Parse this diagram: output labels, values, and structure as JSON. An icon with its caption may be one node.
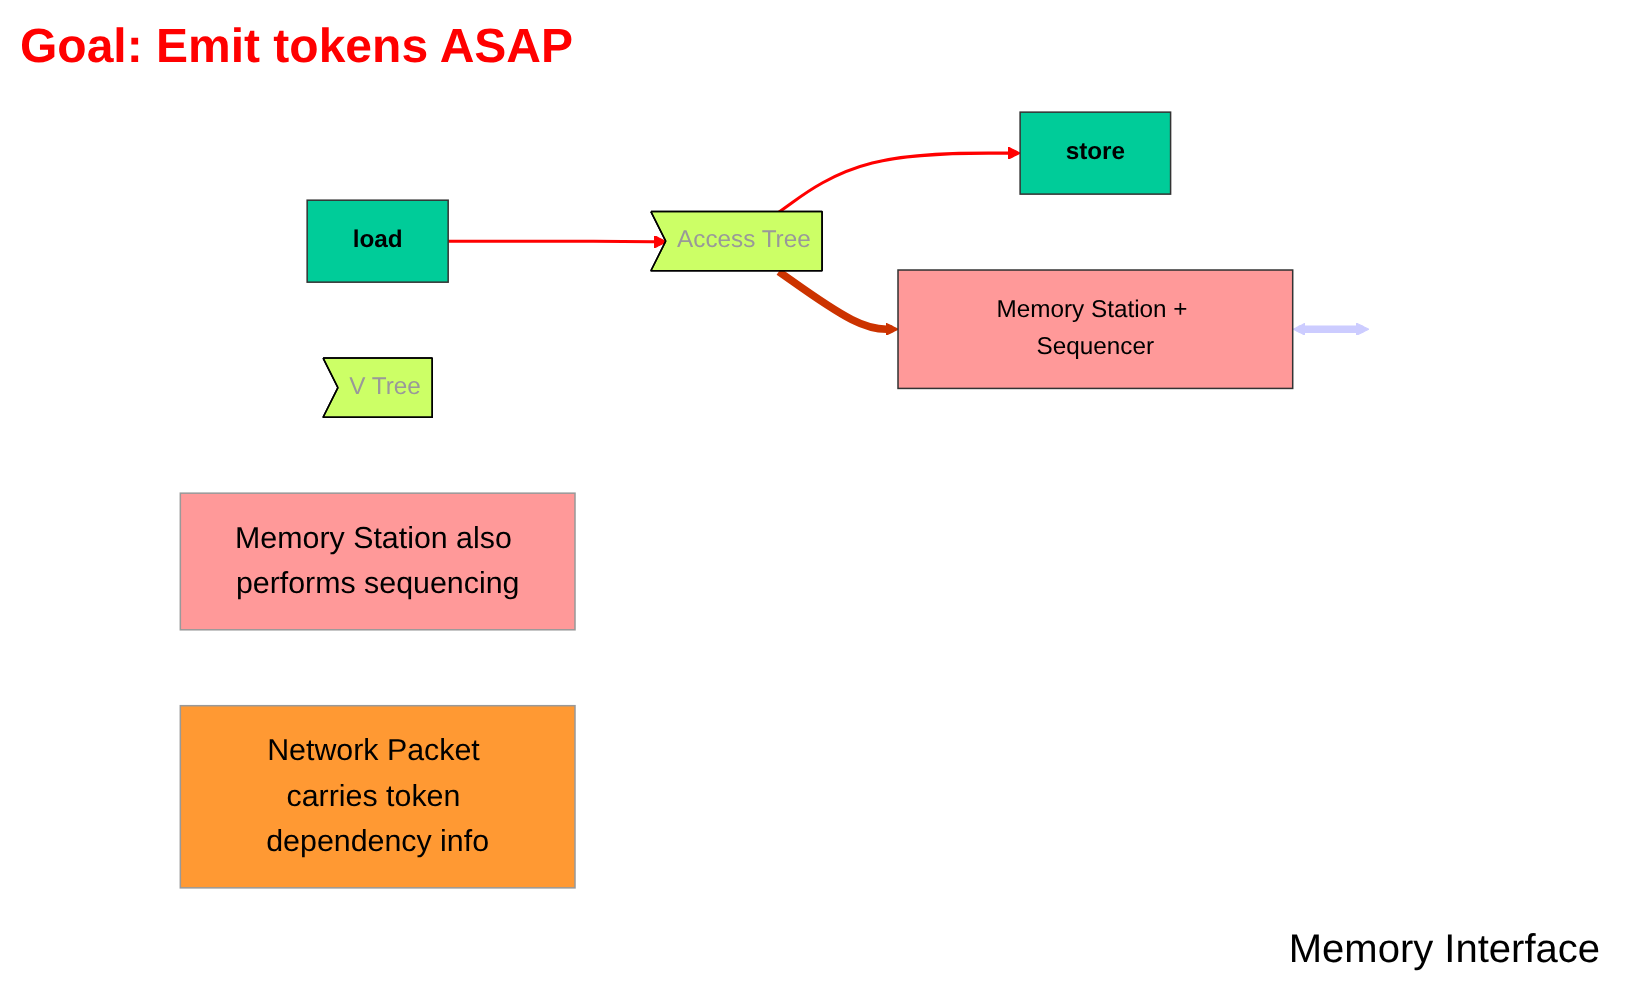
{
  "diagram": {
    "title": "Goal: Emit tokens ASAP",
    "nodes": [
      {
        "text": [
          "load"
        ]
      },
      {
        "text": [
          "store"
        ]
      },
      {
        "text": [
          "V Tree"
        ]
      },
      {
        "text": [
          "Access Tree"
        ]
      },
      {
        "text": [
          "Memory Station + Sequencer"
        ]
      },
      {
        "text": [
          "Memory Station also performs sequencing"
        ]
      },
      {
        "text": [
          "Network Packet carries token dependency info"
        ]
      }
    ],
    "edges": [
      {
        "from": 0,
        "to": 3,
        "arrow": "to"
      },
      {
        "from": 3,
        "to": 1,
        "arrow": "to"
      },
      {
        "from": 3,
        "to": 4,
        "arrow": "to",
        "style": "thick",
        "color": "#cc3300"
      },
      {
        "from": 4,
        "to": null,
        "arrow": "both",
        "style": "thick",
        "color": "#ccccff"
      }
    ],
    "labels": [
      "Memory Interface"
    ]
  }
}
